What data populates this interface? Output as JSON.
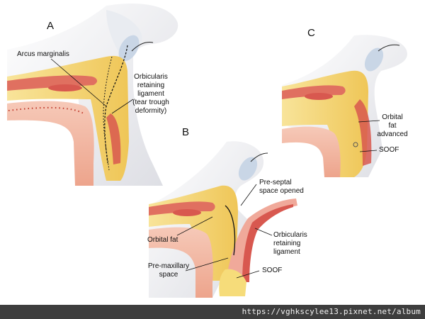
{
  "panels": {
    "a": {
      "letter": "A",
      "labels": {
        "arcus": "Arcus marginalis",
        "orb_line1": "Orbicularis",
        "orb_line2": "retaining",
        "orb_line3": "ligament",
        "orb_line4": "(tear trough",
        "orb_line5": "deformity)"
      }
    },
    "b": {
      "letter": "B",
      "labels": {
        "presep_line1": "Pre-septal",
        "presep_line2": "space opened",
        "orbital_fat": "Orbital fat",
        "orb_line1": "Orbicularis",
        "orb_line2": "retaining",
        "orb_line3": "ligament",
        "premax_line1": "Pre-maxillary",
        "premax_line2": "space",
        "soof": "SOOF"
      }
    },
    "c": {
      "letter": "C",
      "labels": {
        "fat_line1": "Orbital",
        "fat_line2": "fat",
        "fat_line3": "advanced",
        "soof": "SOOF"
      }
    }
  },
  "watermark": "https://vghkscylee13.pixnet.net/album",
  "colors": {
    "skin": "#f4f4f7",
    "fat": "#f6dc7a",
    "fat_dark": "#eec24e",
    "muscle": "#d8584f",
    "muscle_light": "#f0a99a",
    "bone": "#f3b9a6",
    "eye": "#c9d6e6",
    "background": "#ffffff",
    "watermark_bar": "#3e3e3e"
  }
}
